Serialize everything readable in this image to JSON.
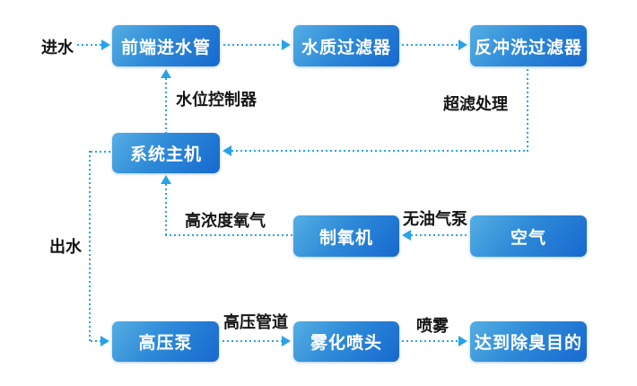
{
  "diagram": {
    "type": "flowchart",
    "title": "",
    "nodes": {
      "inlet_pipe": "前端进水管",
      "water_filter": "水质过滤器",
      "backwash_filter": "反冲洗过滤器",
      "system_host": "系统主机",
      "oxygen_generator": "制氧机",
      "air": "空气",
      "high_pressure_pump": "高压泵",
      "atomizing_nozzle": "雾化喷头",
      "deodorize_goal": "达到除臭目的"
    },
    "labels": {
      "inlet": "进水"
    },
    "edges": [
      {
        "from": "inlet",
        "to": "inlet_pipe",
        "label": ""
      },
      {
        "from": "inlet_pipe",
        "to": "water_filter",
        "label": ""
      },
      {
        "from": "water_filter",
        "to": "backwash_filter",
        "label": ""
      },
      {
        "from": "backwash_filter",
        "to": "system_host",
        "label": "超滤处理"
      },
      {
        "from": "system_host",
        "to": "inlet_pipe",
        "label": "水位控制器"
      },
      {
        "from": "oxygen_generator",
        "to": "system_host",
        "label": "高浓度氧气"
      },
      {
        "from": "air",
        "to": "oxygen_generator",
        "label": "无油气泵"
      },
      {
        "from": "system_host",
        "to": "high_pressure_pump",
        "label": "出水"
      },
      {
        "from": "high_pressure_pump",
        "to": "atomizing_nozzle",
        "label": "高压管道"
      },
      {
        "from": "atomizing_nozzle",
        "to": "deodorize_goal",
        "label": "喷雾"
      }
    ],
    "colors": {
      "connector": "#29a3e8",
      "node_gradient_start": "#55aee3",
      "node_gradient_end": "#1769cf",
      "node_text": "#ffffff",
      "label_text": "#151515",
      "background": "#ffffff"
    }
  }
}
